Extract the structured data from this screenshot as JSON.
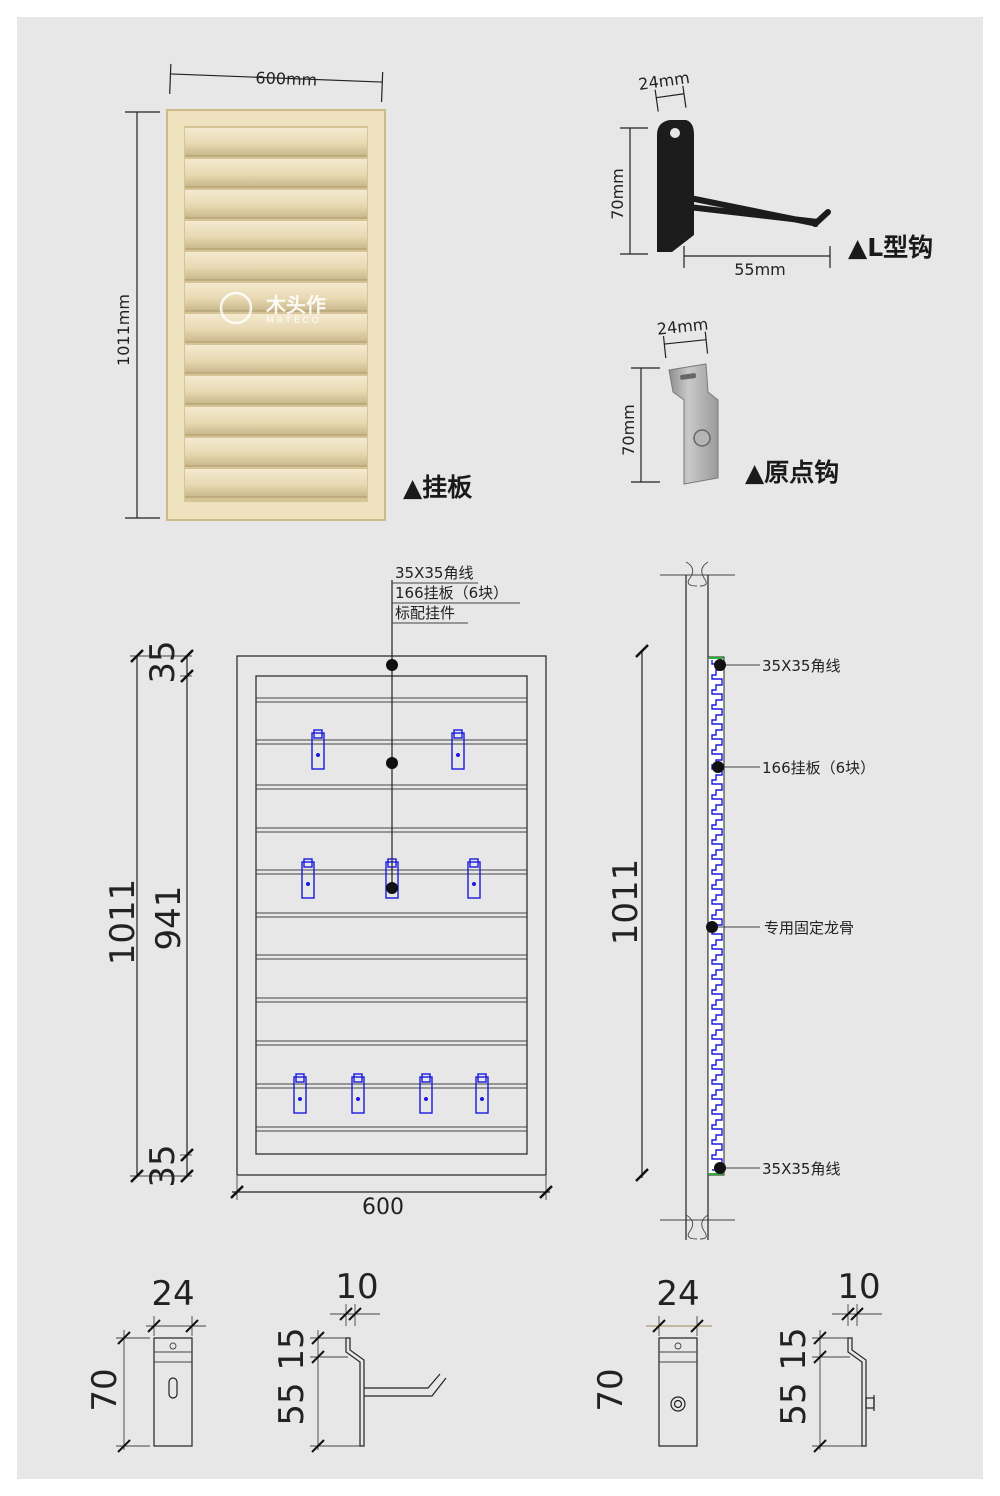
{
  "products": {
    "panel": {
      "label": "▲挂板",
      "width_label": "600mm",
      "height_label": "1011mm",
      "logo_cn": "木头作",
      "logo_en": "MRTECO"
    },
    "l_hook": {
      "label": "▲L型钩",
      "w_label": "24mm",
      "h_label": "70mm",
      "len_label": "55mm"
    },
    "dot_hook": {
      "label": "▲原点钩",
      "w_label": "24mm",
      "h_label": "70mm"
    }
  },
  "front_drawing": {
    "callouts": [
      "35X35角线",
      "166挂板（6块）",
      "标配挂件"
    ],
    "dims": {
      "top_border": "35",
      "bottom_border": "35",
      "total_height": "1011",
      "inner_height": "941",
      "width": "600"
    }
  },
  "side_drawing": {
    "height": "1011",
    "callouts": [
      "35X35角线",
      "166挂板（6块）",
      "专用固定龙骨",
      "35X35角线"
    ]
  },
  "detail_drawings": {
    "l_front": {
      "w": "24",
      "h": "70"
    },
    "l_side": {
      "top": "10",
      "a": "15",
      "b": "55"
    },
    "dot_front": {
      "w": "24",
      "h": "70"
    },
    "dot_side": {
      "top": "10",
      "a": "15",
      "b": "55"
    }
  },
  "colors": {
    "background": "#e7e7e7",
    "hook_outline": "#1a1adf",
    "line": "#222222",
    "wood": "#eadcb6"
  }
}
